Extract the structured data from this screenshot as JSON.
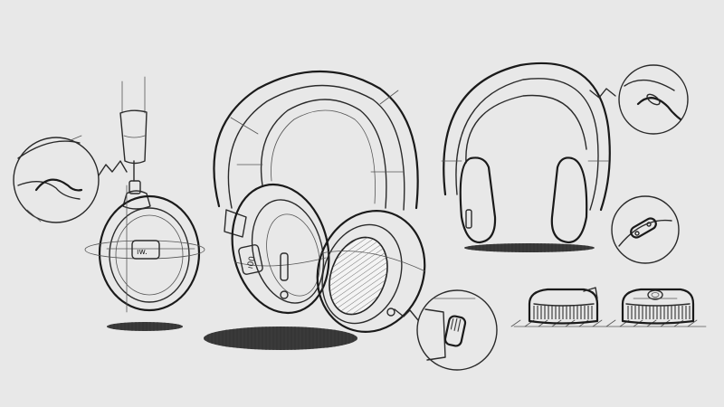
{
  "logo_marks": {
    "side_view": "ıw.",
    "perspective_view": "ı00"
  },
  "colors": {
    "paper": "#e8e8e8",
    "ink": "#2a2a2a",
    "shadow": "#3a3a3a"
  },
  "icons": [
    "headphone-sketch",
    "detail-callout",
    "ear-cup",
    "cast-shadow"
  ]
}
